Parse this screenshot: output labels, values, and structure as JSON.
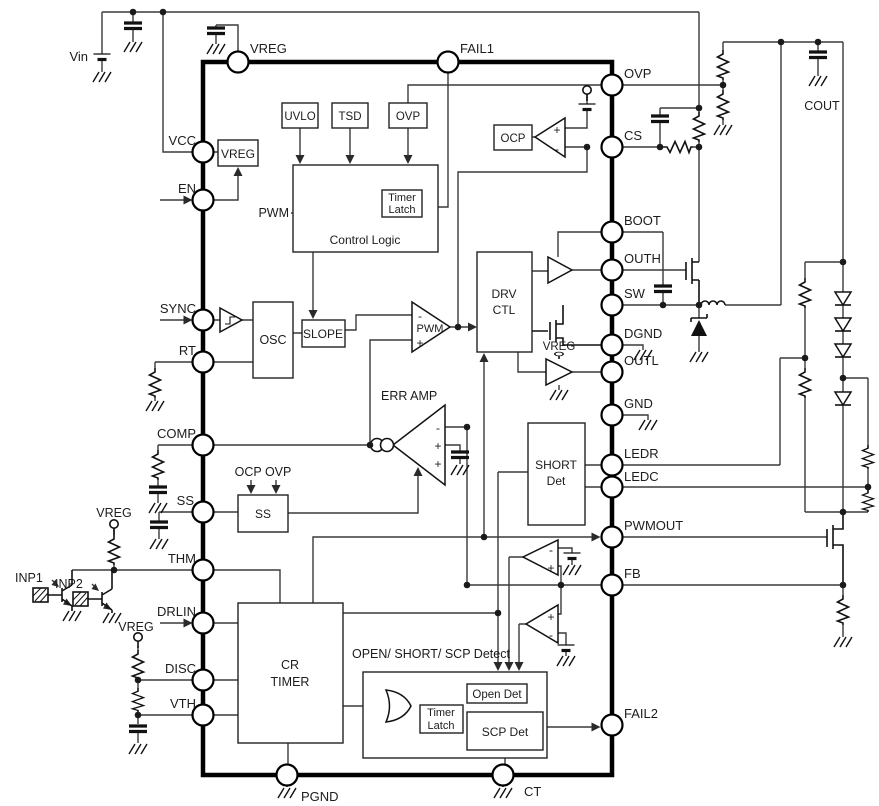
{
  "pins": {
    "vreg": "VREG",
    "fail1": "FAIL1",
    "vcc": "VCC",
    "en": "EN",
    "sync": "SYNC",
    "rt": "RT",
    "comp": "COMP",
    "ss": "SS",
    "thm": "THM",
    "drlin": "DRLIN",
    "disc": "DISC",
    "vth": "VTH",
    "ovp": "OVP",
    "cs": "CS",
    "boot": "BOOT",
    "outh": "OUTH",
    "sw": "SW",
    "dgnd": "DGND",
    "outl": "OUTL",
    "gnd": "GND",
    "ledr": "LEDR",
    "ledc": "LEDC",
    "pwmout": "PWMOUT",
    "fb": "FB",
    "fail2": "FAIL2",
    "pgnd": "PGND",
    "ct": "CT"
  },
  "blocks": {
    "vreg_reg": "VREG",
    "uvlo": "UVLO",
    "tsd": "TSD",
    "ovp_det": "OVP",
    "control_logic": "Control Logic",
    "timer_latch_1a": "Timer",
    "timer_latch_1b": "Latch",
    "ocp": "OCP",
    "osc": "OSC",
    "slope": "SLOPE",
    "pwm_comp": "PWM",
    "drv_a": "DRV",
    "drv_b": "CTL",
    "err_amp": "ERR AMP",
    "short_det_a": "SHORT",
    "short_det_b": "Det",
    "soft_start": "SS",
    "cr_timer_a": "CR",
    "cr_timer_b": "TIMER",
    "detect_title": "OPEN/ SHORT/  SCP Detect",
    "open_det": "Open Det",
    "timer_latch_2a": "Timer",
    "timer_latch_2b": "Latch",
    "scp_det": "SCP Det"
  },
  "nets": {
    "vin": "Vin",
    "cout": "COUT",
    "vreg_thm": "VREG",
    "vreg_outl": "VREG",
    "vreg_disc": "VREG",
    "inp1": "INP1",
    "inp2": "INP2",
    "pwm_in": "PWM",
    "ocp_ovp": "OCP OVP"
  },
  "marks": {
    "plus": "+",
    "minus": "-"
  },
  "colors": {
    "wire": "#3a3a3a",
    "component": "#111111",
    "ic_border": "#000000",
    "background": "#ffffff"
  }
}
